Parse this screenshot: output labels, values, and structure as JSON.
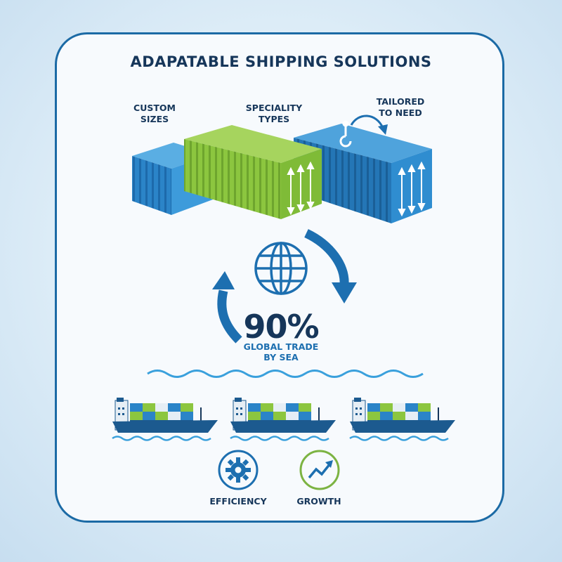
{
  "title": "ADAPATABLE SHIPPING SOLUTIONS",
  "containers": [
    {
      "label": "CUSTOM\nSIZES",
      "color": "#2b84c8"
    },
    {
      "label": "SPECIALITY\nTYPES",
      "color": "#8cc63f"
    },
    {
      "label": "TAILORED\nTO NEED",
      "color": "#2b84c8"
    }
  ],
  "center": {
    "icon": "globe-icon",
    "value": "90%",
    "label": "GLOBAL TRADE\nBY SEA"
  },
  "ships": [
    {
      "icon": "container-ship-icon",
      "hull_color": "#1c5a8f"
    },
    {
      "icon": "container-ship-icon",
      "hull_color": "#3b8fd1"
    },
    {
      "icon": "container-ship-icon",
      "hull_color": "#1c5a8f"
    }
  ],
  "benefits": [
    {
      "icon": "gear-icon",
      "label": "EFFICIENCY",
      "color": "#1d6fb0"
    },
    {
      "icon": "growth-arrow-icon",
      "label": "GROWTH",
      "color": "#7cb342"
    }
  ],
  "colors": {
    "navy": "#16365a",
    "blue": "#2b84c8",
    "green": "#8cc63f",
    "border": "#1b6aa5",
    "wave": "#3aa0dc"
  }
}
